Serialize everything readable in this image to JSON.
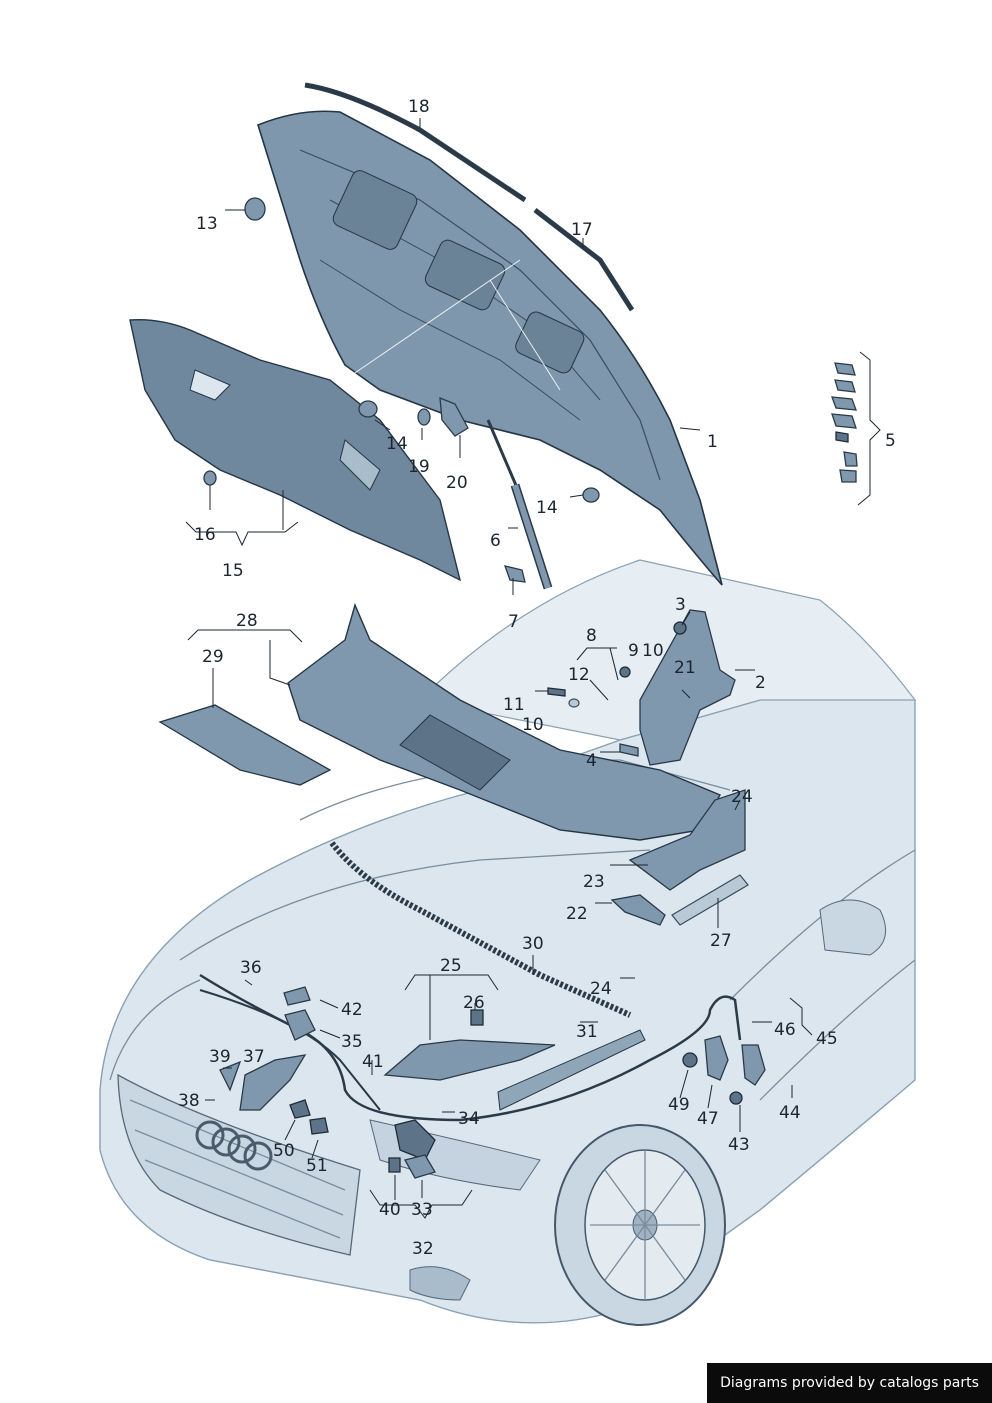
{
  "callouts": {
    "c1": "1",
    "c2": "2",
    "c3": "3",
    "c4": "4",
    "c5": "5",
    "c6": "6",
    "c7": "7",
    "c8": "8",
    "c9": "9",
    "c10a": "10",
    "c10b": "10",
    "c11": "11",
    "c12": "12",
    "c13": "13",
    "c14a": "14",
    "c14b": "14",
    "c15": "15",
    "c16": "16",
    "c17": "17",
    "c18": "18",
    "c19": "19",
    "c20": "20",
    "c21": "21",
    "c22": "22",
    "c23": "23",
    "c24a": "24",
    "c24b": "24",
    "c25": "25",
    "c26": "26",
    "c27": "27",
    "c28": "28",
    "c29": "29",
    "c30": "30",
    "c31": "31",
    "c32": "32",
    "c33": "33",
    "c34": "34",
    "c35": "35",
    "c36": "36",
    "c37": "37",
    "c38": "38",
    "c39": "39",
    "c40": "40",
    "c41": "41",
    "c42": "42",
    "c43": "43",
    "c44": "44",
    "c45": "45",
    "c46": "46",
    "c47": "47",
    "c49": "49",
    "c50": "50",
    "c51": "51"
  },
  "footer": {
    "credit": "Diagrams provided by catalogs parts"
  },
  "colors": {
    "part_fill": "#7f98ad",
    "car_fill": "#dbe6ee",
    "line": "#1c2530",
    "credit_bg": "#0b0b0b"
  }
}
